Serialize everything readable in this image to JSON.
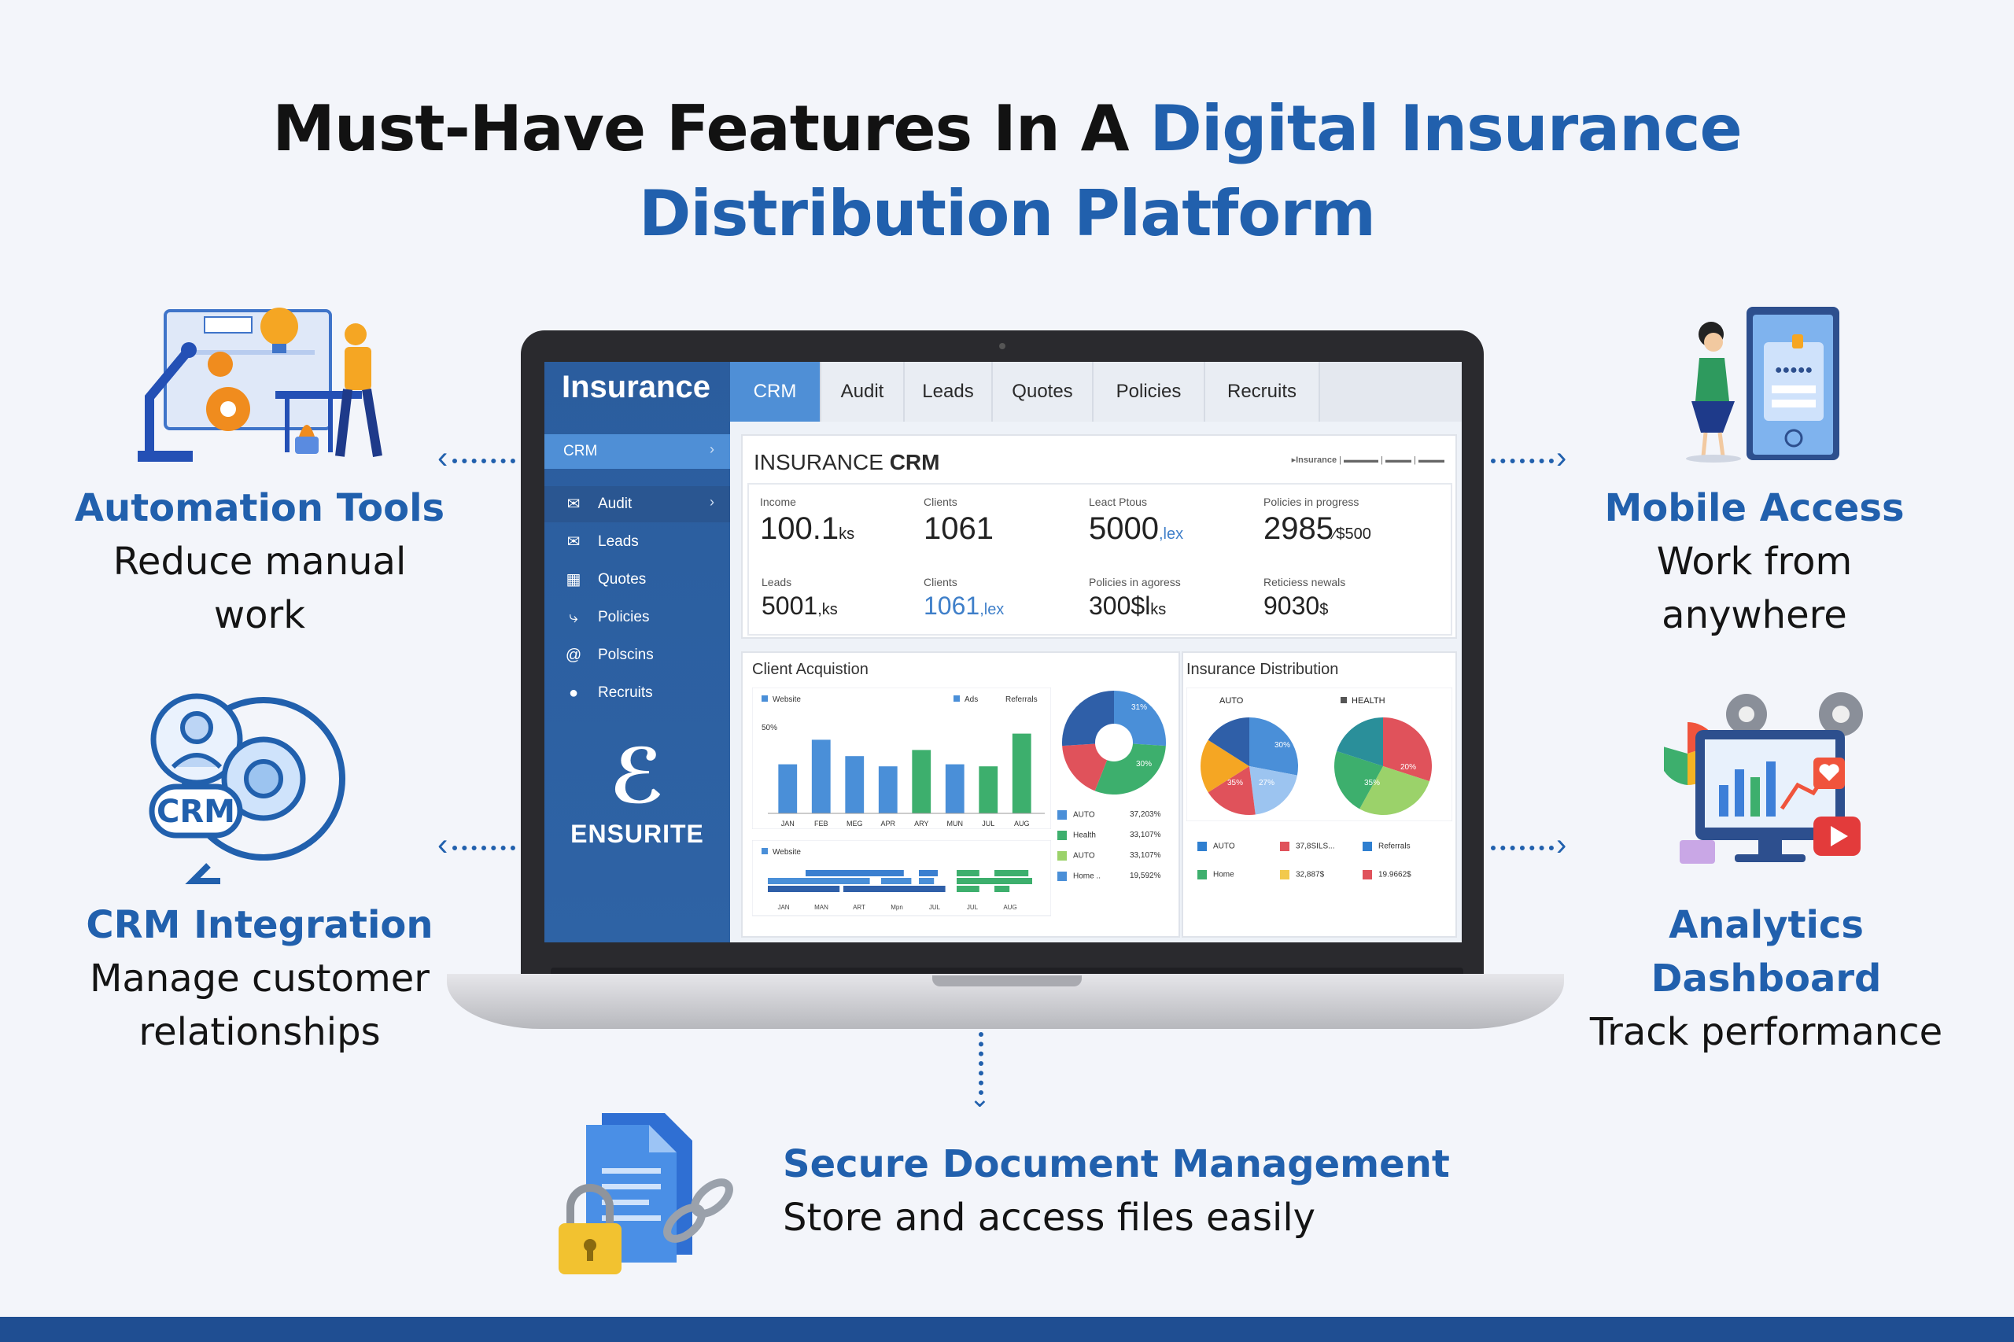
{
  "title": {
    "part1": "Must-Have Features In A ",
    "part2": "Digital Insurance",
    "part3": "Distribution Platform"
  },
  "features": {
    "automation": {
      "heading": "Automation Tools",
      "line1": "Reduce manual",
      "line2": "work"
    },
    "crm": {
      "heading": "CRM Integration",
      "line1": "Manage customer",
      "line2": "relationships"
    },
    "mobile": {
      "heading": "Mobile Access",
      "line1": "Work from",
      "line2": "anywhere"
    },
    "analytics": {
      "heading1": "Analytics",
      "heading2": "Dashboard",
      "line1": "Track performance"
    },
    "secure": {
      "heading": "Secure Document Management",
      "line1": "Store and access files easily"
    }
  },
  "app": {
    "brand": "Insurance",
    "tabs": [
      "CRM",
      "Audit",
      "Leads",
      "Quotes",
      "Policies",
      "Recruits"
    ],
    "sidebar": {
      "crm": "CRM",
      "items": [
        "Audit",
        "Leads",
        "Quotes",
        "Policies",
        "Polscins",
        "Recruits"
      ]
    },
    "logo_name": "ENSURITE",
    "crm": {
      "title_light": "INSURANCE ",
      "title_bold": "CRM",
      "brand_mini": "Insurance",
      "metrics_top": [
        {
          "label": "Income",
          "value": "100.1",
          "unit": "ks"
        },
        {
          "label": "Clients",
          "value": "1061",
          "unit": ""
        },
        {
          "label": "Leact Ptous",
          "value": "5000",
          "unit": ",lex"
        },
        {
          "label": "Policies in progress",
          "value": "2985",
          "unit": "⁄$500"
        }
      ],
      "metrics_bottom": [
        {
          "label": "Leads",
          "value": "5001",
          "unit": ",ks"
        },
        {
          "label": "Clients",
          "value": "1061",
          "unit": ",lex"
        },
        {
          "label": "Policies in agoress",
          "value": "300$l",
          "unit": "ks"
        },
        {
          "label": "Reticiess newals",
          "value": "9030",
          "unit": "$"
        }
      ]
    },
    "acquisition": {
      "title": "Client Acquistion",
      "legend": [
        "Website",
        "Ads",
        "Referrals"
      ],
      "ytick": "50%",
      "months": [
        "JAN",
        "FEB",
        "MEG",
        "APR",
        "ARY",
        "MUN",
        "JUL",
        "AUG"
      ],
      "bars": [
        48,
        72,
        56,
        46,
        62,
        48,
        46,
        78
      ],
      "bar_colors": [
        "#4a8fd8",
        "#4a8fd8",
        "#4a8fd8",
        "#4a8fd8",
        "#3daf6d",
        "#4a8fd8",
        "#3daf6d",
        "#3daf6d"
      ],
      "donut_labels": [
        "31%",
        "30%"
      ],
      "legend2": [
        {
          "label": "AUTO",
          "value": "37,203%",
          "color": "#4a8fd8"
        },
        {
          "label": "Health",
          "value": "33,107%",
          "color": "#3daf6d"
        },
        {
          "label": "AUTO",
          "value": "33,107%",
          "color": "#9bd26a"
        },
        {
          "label": "Home ..",
          "value": "19,592%",
          "color": "#4a8fd8"
        }
      ],
      "sub_legend": "Website",
      "sub_months": [
        "JAN",
        "MAN",
        "ART",
        "Mpn",
        "JUL",
        "JUL",
        "AUG"
      ]
    },
    "distribution": {
      "title": "Insurance Distribution",
      "legend": [
        "AUTO",
        "HEALTH"
      ],
      "pie_labels": [
        "30%",
        "35%",
        "27%",
        "35%",
        "20%"
      ],
      "legend2": [
        {
          "label": "AUTO",
          "value": "",
          "color": "#2f7fd0"
        },
        {
          "label": "37,8SILS...",
          "value": "",
          "color": "#e0525b"
        },
        {
          "label": "Referrals",
          "value": "",
          "color": "#2f7fd0"
        },
        {
          "label": "Home",
          "value": "",
          "color": "#3daf6d"
        },
        {
          "label": "32,887$",
          "value": "",
          "color": "#f2c94c"
        },
        {
          "label": "19.9662$",
          "value": "",
          "color": "#e0525b"
        }
      ]
    }
  },
  "colors": {
    "brand_blue": "#2160ad",
    "accent": "#4f8fd6",
    "bottom_bar": "#1f4e92"
  }
}
